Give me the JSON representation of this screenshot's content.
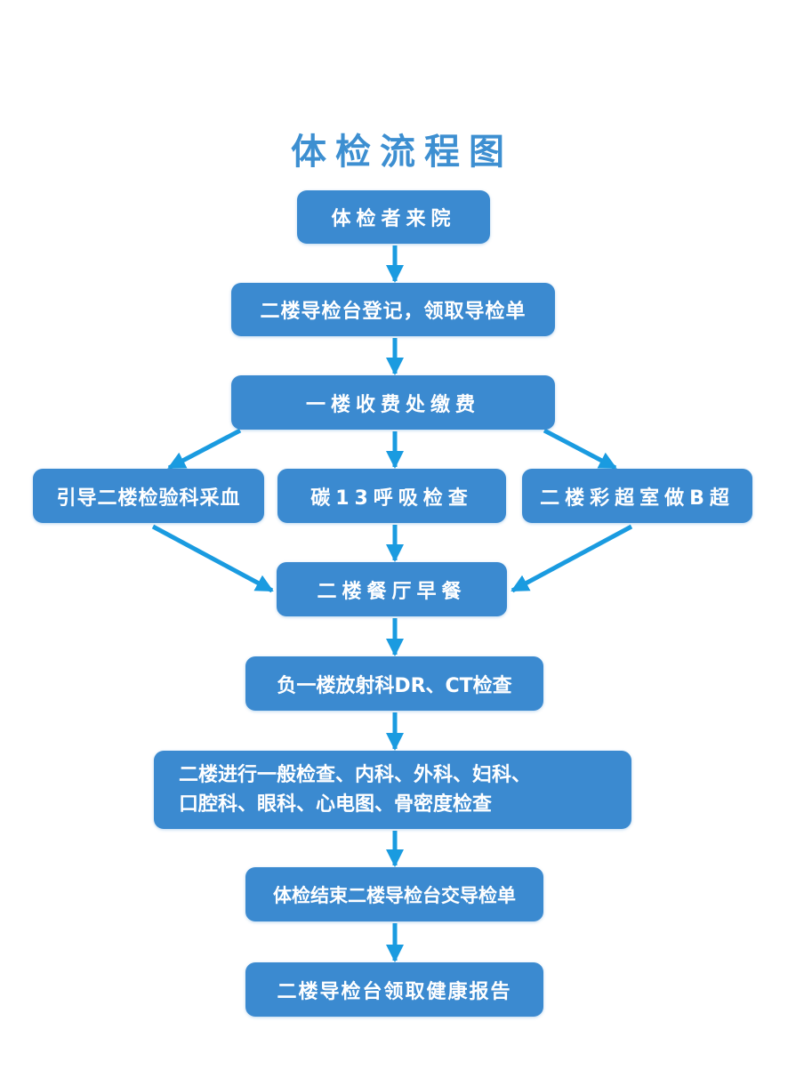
{
  "title": "体检流程图",
  "colors": {
    "box_fill": "#3b8ad0",
    "arrow": "#1a9be0",
    "title": "#3d8fd1",
    "text": "#ffffff"
  },
  "steps": [
    {
      "id": "arrive",
      "label": "体检者来院"
    },
    {
      "id": "register",
      "label": "二楼导检台登记，领取导检单"
    },
    {
      "id": "payment",
      "label": "一楼收费处缴费"
    },
    {
      "id": "blood",
      "label": "引导二楼检验科采血"
    },
    {
      "id": "breath",
      "label": "碳13呼吸检查"
    },
    {
      "id": "ultrasound",
      "label": "二楼彩超室做B超"
    },
    {
      "id": "breakfast",
      "label": "二楼餐厅早餐"
    },
    {
      "id": "radiology",
      "label": "负一楼放射科DR、CT检查"
    },
    {
      "id": "general",
      "label_lines": [
        "二楼进行一般检查、内科、外科、妇科、",
        "口腔科、眼科、心电图、骨密度检查"
      ]
    },
    {
      "id": "finish",
      "label": "体检结束二楼导检台交导检单"
    },
    {
      "id": "report",
      "label": "二楼导检台领取健康报告"
    }
  ],
  "edges": [
    {
      "from": "arrive",
      "to": "register"
    },
    {
      "from": "register",
      "to": "payment"
    },
    {
      "from": "payment",
      "to": "blood"
    },
    {
      "from": "payment",
      "to": "breath"
    },
    {
      "from": "payment",
      "to": "ultrasound"
    },
    {
      "from": "blood",
      "to": "breakfast"
    },
    {
      "from": "breath",
      "to": "breakfast"
    },
    {
      "from": "ultrasound",
      "to": "breakfast"
    },
    {
      "from": "breakfast",
      "to": "radiology"
    },
    {
      "from": "radiology",
      "to": "general"
    },
    {
      "from": "general",
      "to": "finish"
    },
    {
      "from": "finish",
      "to": "report"
    }
  ]
}
